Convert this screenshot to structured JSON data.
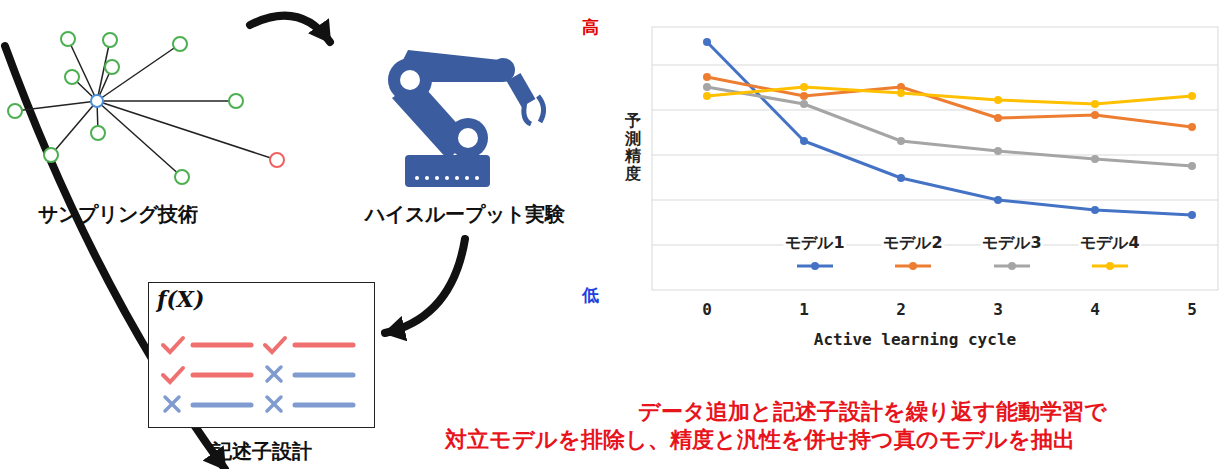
{
  "diagram": {
    "nodes": [
      {
        "text": [
          "サンプリング技術"
        ]
      },
      {
        "text": [
          "ハイスループット実験"
        ]
      },
      {
        "text": [
          "f(X)",
          "記述子設計"
        ]
      }
    ],
    "edges": [
      {
        "from": 0,
        "to": 1,
        "arrow": "to"
      },
      {
        "from": 1,
        "to": 2,
        "arrow": "to"
      },
      {
        "from": 2,
        "to": 0,
        "arrow": "to"
      }
    ],
    "labels": [
      "高",
      "低",
      "予測精度",
      "0",
      "1",
      "2",
      "3",
      "4",
      "5",
      "Active learning cycle",
      "データ追加と記述子設計を繰り返す能動学習で",
      "対立モデルを排除し、精度と汎性を併せ持つ真のモデルを抽出"
    ],
    "legend": [
      {
        "text": "モデル1",
        "color": "#4472C4"
      },
      {
        "text": "モデル2",
        "color": "#ED7D31"
      },
      {
        "text": "モデル3",
        "color": "#A5A5A5"
      },
      {
        "text": "モデル4",
        "color": "#FFC000"
      }
    ]
  }
}
